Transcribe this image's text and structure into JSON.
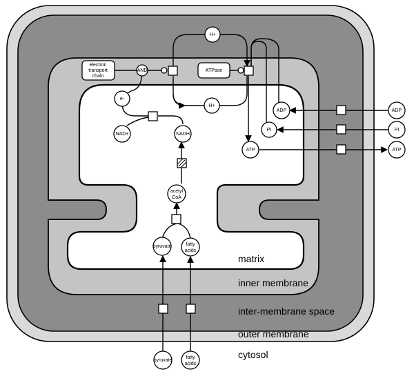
{
  "regions": {
    "matrix": "matrix",
    "inner_membrane": "inner membrane",
    "intermembrane_space": "inter-membrane space",
    "outer_membrane": "outer membrane",
    "cytosol": "cytosol"
  },
  "nodes": {
    "h_plus_top": "H+",
    "h_plus_bottom": "H+",
    "etc_line1": "electron",
    "etc_line2": "transport",
    "etc_line3": "chain",
    "and": "AND",
    "atpase": "ATPase",
    "e_minus": "e-",
    "nad_plus": "NAD+",
    "nadh": "NADH",
    "acetyl_line1": "acetyl",
    "acetyl_line2": "CoA",
    "pyruvate_matrix": "pyruvate",
    "fatty_matrix_line1": "fatty",
    "fatty_matrix_line2": "acids",
    "adp_matrix": "ADP",
    "pi_matrix": "PI",
    "atp_matrix": "ATP",
    "adp_cytosol": "ADP",
    "pi_cytosol": "PI",
    "atp_cytosol": "ATP",
    "pyruvate_cytosol": "pyruvate",
    "fatty_cytosol_line1": "fatty",
    "fatty_cytosol_line2": "acids"
  },
  "colors": {
    "outer_membrane": "#d9d9d9",
    "intermembrane_space": "#8c8c8c",
    "inner_membrane": "#c4c4c4",
    "matrix": "#ffffff",
    "stroke": "#000000"
  }
}
